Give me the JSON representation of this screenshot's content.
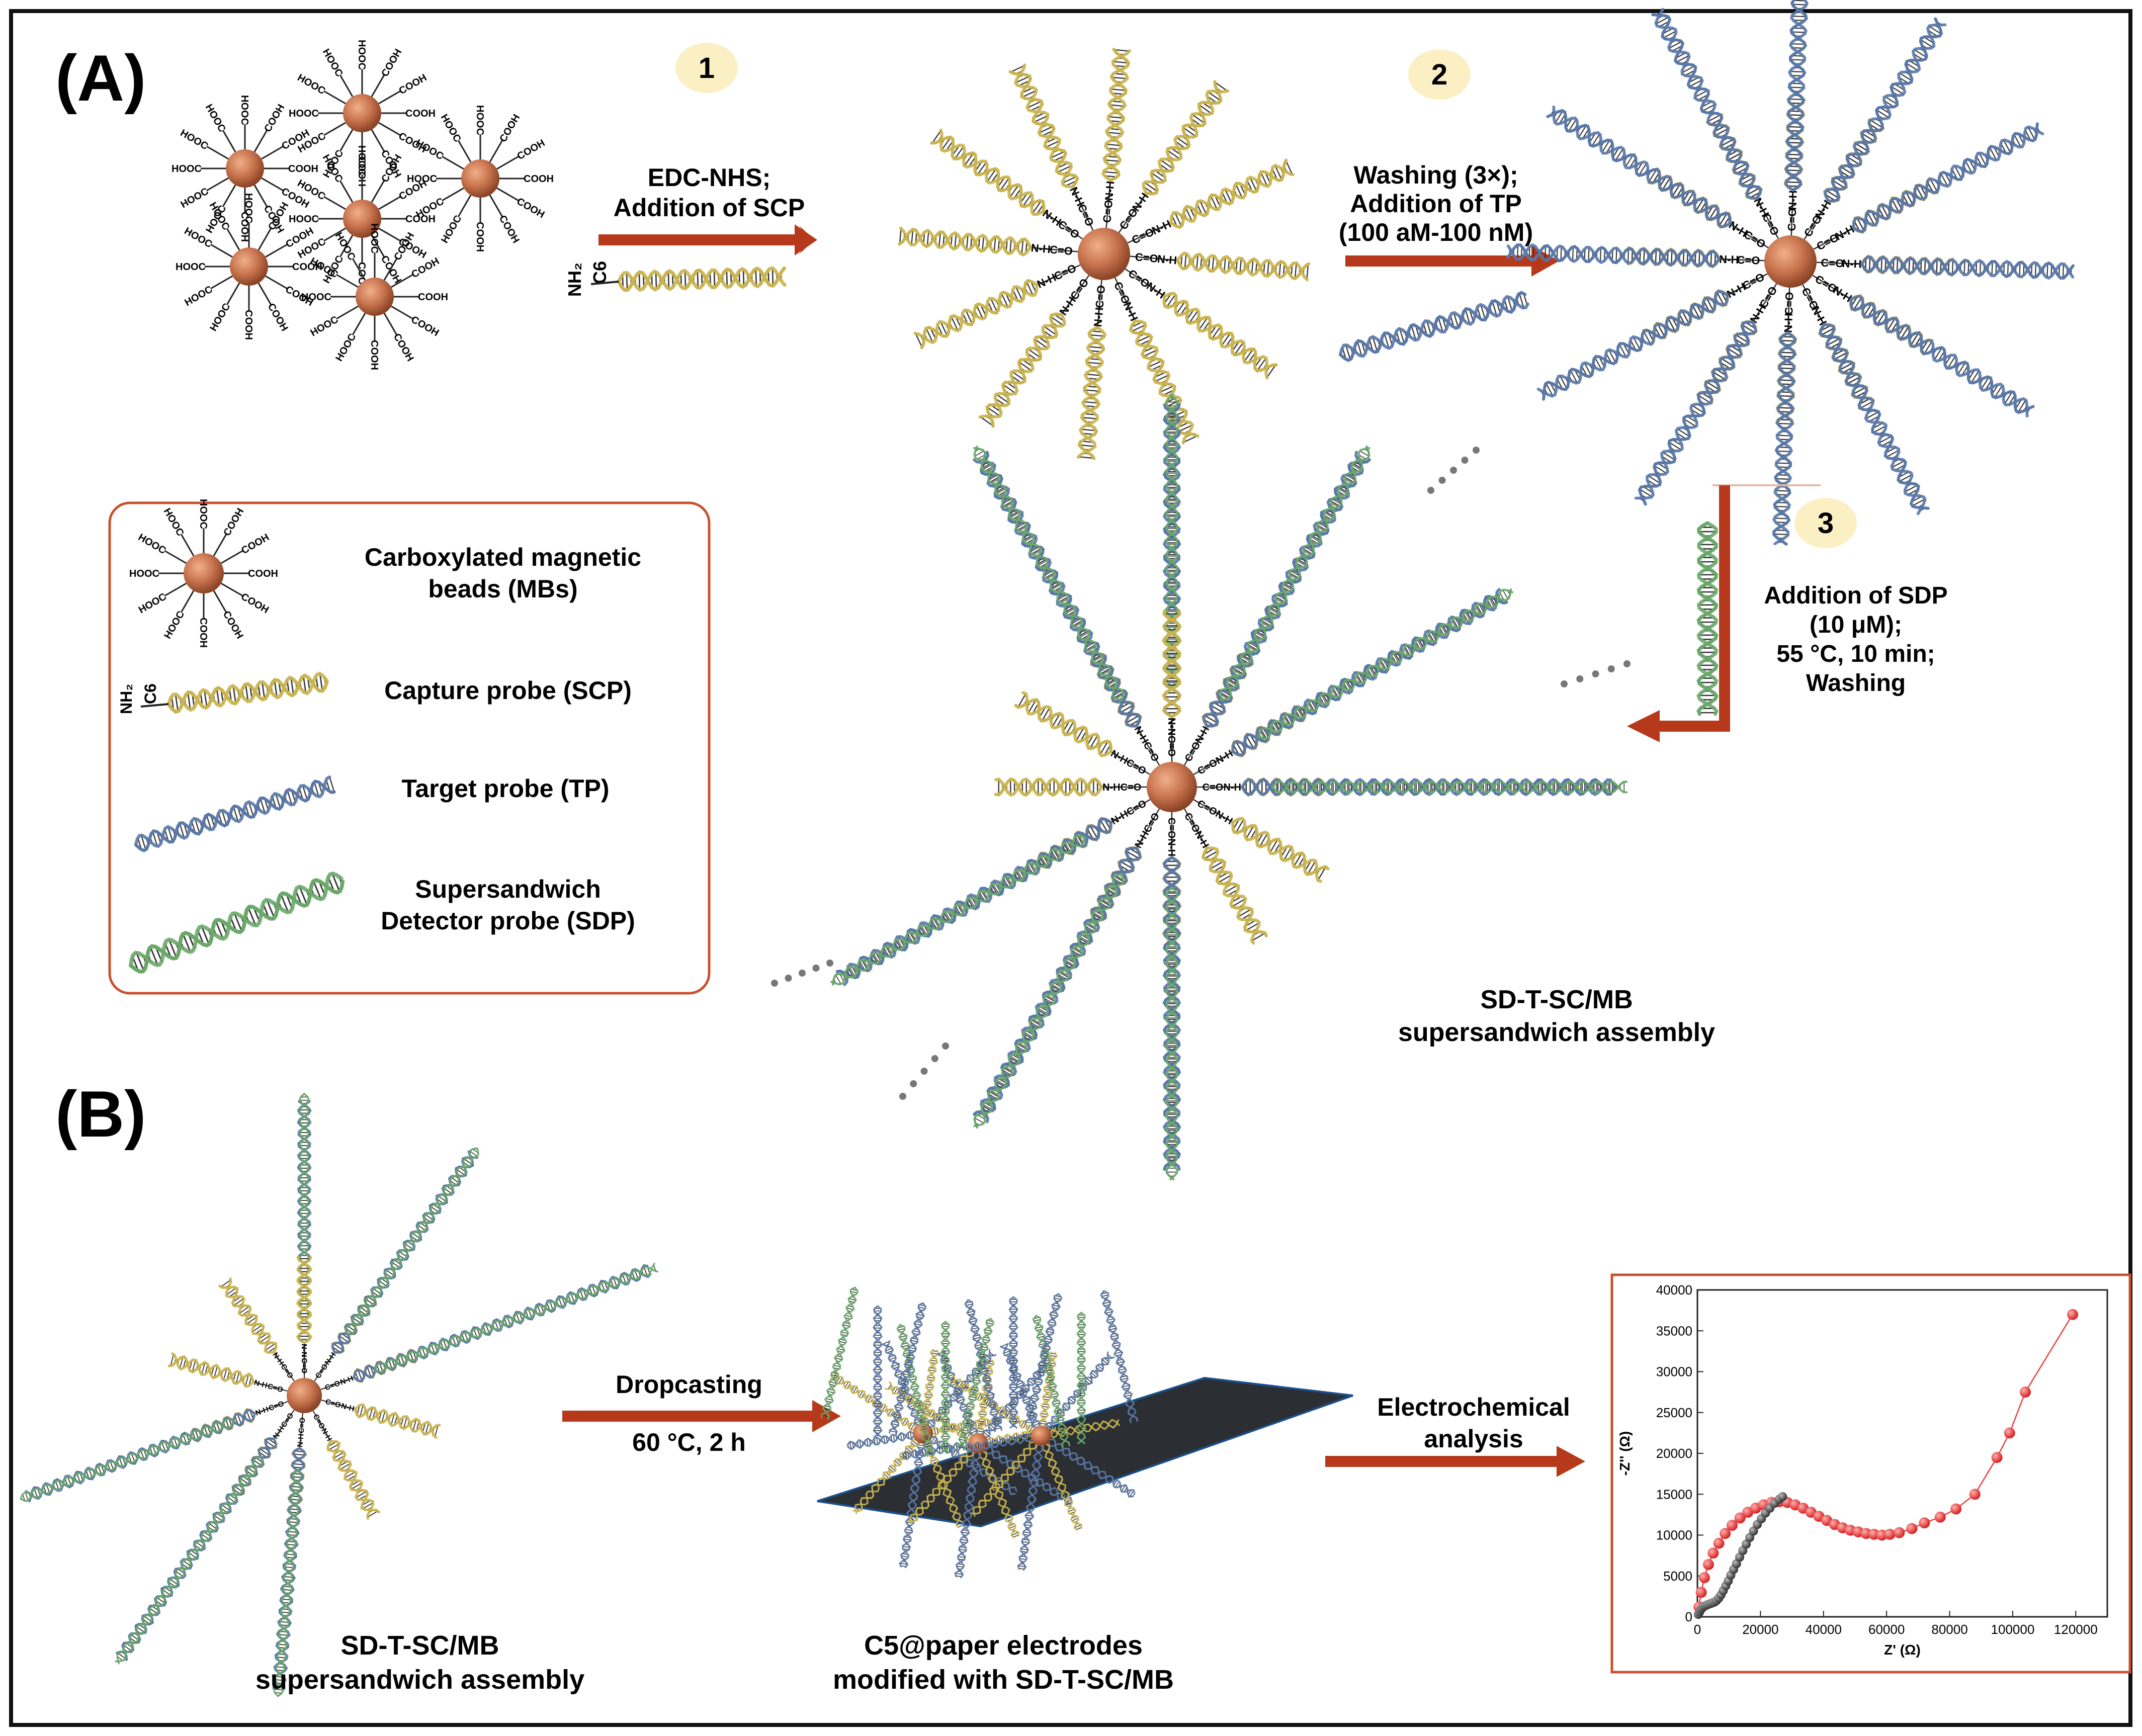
{
  "panel_labels": {
    "a": "(A)",
    "b": "(B)"
  },
  "steps": {
    "s1": {
      "number": "1",
      "line1": "EDC-NHS;",
      "line2": "Addition of SCP"
    },
    "s2": {
      "number": "2",
      "line1": "Washing (3×);",
      "line2": "Addition of TP",
      "line3": "(100 aM-100 nM)"
    },
    "s3": {
      "number": "3",
      "line1": "Addition of SDP",
      "line2": "(10 μM);",
      "line3": "55 °C, 10 min;",
      "line4": "Washing"
    }
  },
  "bead_labels": {
    "cooh": "COOH",
    "hooc": "HOOC"
  },
  "linker": {
    "nh2": "NH₂",
    "c6": "C6",
    "nh": "N-H",
    "co": "C=O"
  },
  "legend": {
    "mbs_line1": "Carboxylated magnetic",
    "mbs_line2": "beads (MBs)",
    "scp": "Capture probe (SCP)",
    "tp": "Target probe (TP)",
    "sdp_line1": "Supersandwich",
    "sdp_line2": "Detector probe (SDP)"
  },
  "assembly_label": {
    "line1": "SD-T-SC/MB",
    "line2": "supersandwich assembly"
  },
  "panel_b": {
    "assembly_line1": "SD-T-SC/MB",
    "assembly_line2": "supersandwich assembly",
    "dropcast_line1": "Dropcasting",
    "dropcast_line2": "60 °C, 2 h",
    "electrode_line1": "C5@paper electrodes",
    "electrode_line2": "modified with SD-T-SC/MB",
    "electrochem_line1": "Electrochemical",
    "electrochem_line2": "analysis"
  },
  "colors": {
    "bead": "#c8744e",
    "scp": "#c9b450",
    "tp": "#5a78a8",
    "sdp": "#6aa86a",
    "arrow": "#b5391a",
    "badge": "#fbf0c4",
    "red_series": "#ee3b3b",
    "black_series": "#555555"
  },
  "chart_data": {
    "type": "scatter",
    "xlabel": "Z' (Ω)",
    "ylabel": "-Z'' (Ω)",
    "xlim": [
      0,
      130000
    ],
    "ylim": [
      0,
      40000
    ],
    "xticks": [
      "0",
      "20000",
      "40000",
      "60000",
      "80000",
      "100000",
      "120000"
    ],
    "yticks": [
      "0",
      "5000",
      "10000",
      "15000",
      "20000",
      "25000",
      "30000",
      "35000",
      "40000"
    ],
    "series": [
      {
        "color": "#ee3b3b",
        "points": [
          [
            500,
            1200
          ],
          [
            1200,
            3000
          ],
          [
            2200,
            4800
          ],
          [
            3500,
            6400
          ],
          [
            5000,
            7800
          ],
          [
            6800,
            9000
          ],
          [
            8800,
            10200
          ],
          [
            11000,
            11200
          ],
          [
            13500,
            12100
          ],
          [
            16000,
            12800
          ],
          [
            18500,
            13300
          ],
          [
            21000,
            13700
          ],
          [
            23500,
            14000
          ],
          [
            26000,
            14100
          ],
          [
            28500,
            14000
          ],
          [
            31000,
            13700
          ],
          [
            33500,
            13300
          ],
          [
            36000,
            12800
          ],
          [
            38500,
            12300
          ],
          [
            41000,
            11800
          ],
          [
            43500,
            11300
          ],
          [
            46000,
            10900
          ],
          [
            48500,
            10600
          ],
          [
            51000,
            10400
          ],
          [
            53500,
            10200
          ],
          [
            56000,
            10100
          ],
          [
            58500,
            10000
          ],
          [
            61000,
            10100
          ],
          [
            64000,
            10300
          ],
          [
            68000,
            10800
          ],
          [
            72000,
            11500
          ],
          [
            77000,
            12200
          ],
          [
            82000,
            13200
          ],
          [
            88000,
            15000
          ],
          [
            95000,
            19500
          ],
          [
            99000,
            22500
          ],
          [
            104000,
            27500
          ],
          [
            119000,
            37000
          ]
        ]
      },
      {
        "color": "#555555",
        "points": [
          [
            300,
            300
          ],
          [
            700,
            600
          ],
          [
            1100,
            900
          ],
          [
            1600,
            1100
          ],
          [
            2100,
            1300
          ],
          [
            2700,
            1400
          ],
          [
            3300,
            1500
          ],
          [
            4000,
            1600
          ],
          [
            4700,
            1700
          ],
          [
            5400,
            1800
          ],
          [
            6100,
            2000
          ],
          [
            6800,
            2300
          ],
          [
            7500,
            2700
          ],
          [
            8200,
            3200
          ],
          [
            9000,
            3800
          ],
          [
            9800,
            4400
          ],
          [
            10600,
            5100
          ],
          [
            11500,
            5800
          ],
          [
            12400,
            6500
          ],
          [
            13400,
            7300
          ],
          [
            14400,
            8100
          ],
          [
            15500,
            8900
          ],
          [
            16600,
            9700
          ],
          [
            17800,
            10500
          ],
          [
            19000,
            11300
          ],
          [
            20300,
            12000
          ],
          [
            21600,
            12700
          ],
          [
            23000,
            13300
          ],
          [
            24500,
            13900
          ],
          [
            26000,
            14400
          ],
          [
            27000,
            14700
          ]
        ]
      }
    ]
  }
}
